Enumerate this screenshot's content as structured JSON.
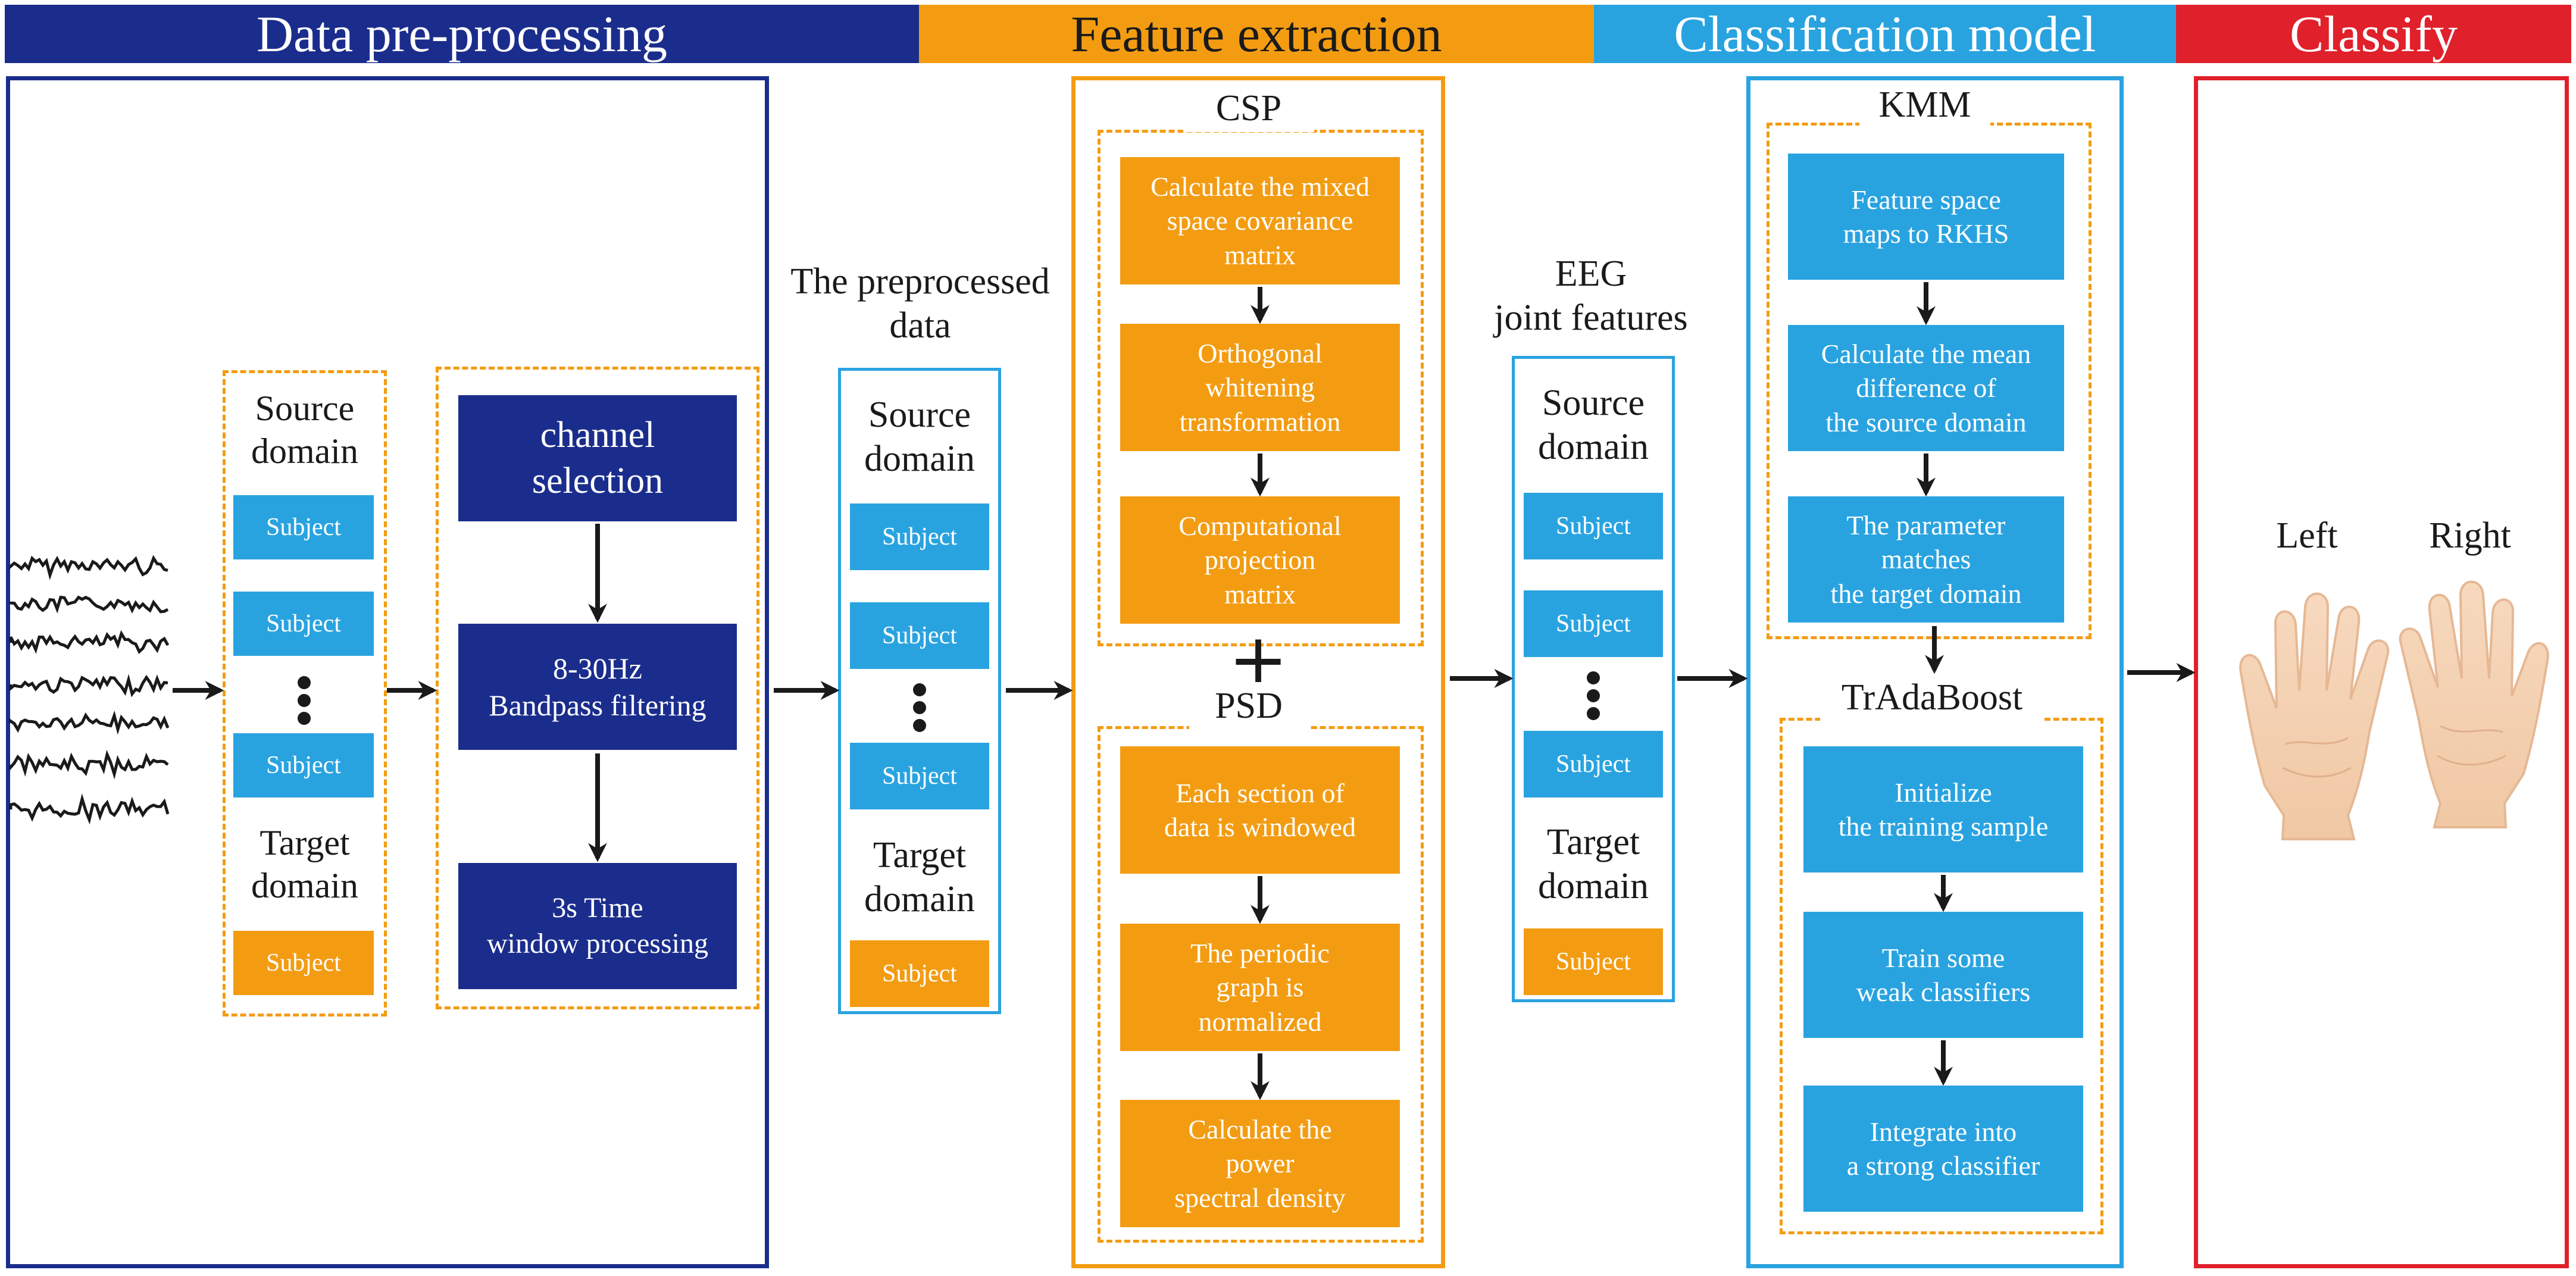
{
  "colors": {
    "navy": "#1b2d8c",
    "orange": "#f39c12",
    "blue": "#29a3e0",
    "red": "#e0202a",
    "arrow": "#1a1a1a"
  },
  "headers": {
    "preprocessing": "Data pre-processing",
    "feature": "Feature extraction",
    "classification": "Classification model",
    "classify": "Classify"
  },
  "preprocessing": {
    "source_domain": "Source\ndomain",
    "target_domain": "Target\ndomain",
    "subject": "Subject",
    "steps": [
      "channel\nselection",
      "8-30Hz\nBandpass filtering",
      "3s Time\nwindow processing"
    ]
  },
  "preprocessed": {
    "title": "The preprocessed\ndata",
    "source_domain": "Source\ndomain",
    "target_domain": "Target\ndomain",
    "subject": "Subject"
  },
  "feature": {
    "csp_title": "CSP",
    "csp_steps": [
      "Calculate the mixed\nspace covariance\nmatrix",
      "Orthogonal\nwhitening\ntransformation",
      "Computational\nprojection\nmatrix"
    ],
    "plus": "+",
    "psd_title": "PSD",
    "psd_steps": [
      "Each section of\ndata is windowed",
      "The periodic\ngraph is\nnormalized",
      "Calculate the\npower\nspectral density"
    ]
  },
  "joint": {
    "title": "EEG\njoint features",
    "source_domain": "Source\ndomain",
    "target_domain": "Target\ndomain",
    "subject": "Subject"
  },
  "classification": {
    "kmm_title": "KMM",
    "kmm_steps": [
      "Feature space\nmaps to RKHS",
      "Calculate the mean\ndifference of\nthe source domain",
      "The parameter\nmatches\nthe target domain"
    ],
    "tradaboost_title": "TrAdaBoost",
    "tradaboost_steps": [
      "Initialize\nthe training sample",
      "Train some\nweak classifiers",
      "Integrate into\na strong classifier"
    ]
  },
  "classify": {
    "left_label": "Left",
    "right_label": "Right"
  }
}
